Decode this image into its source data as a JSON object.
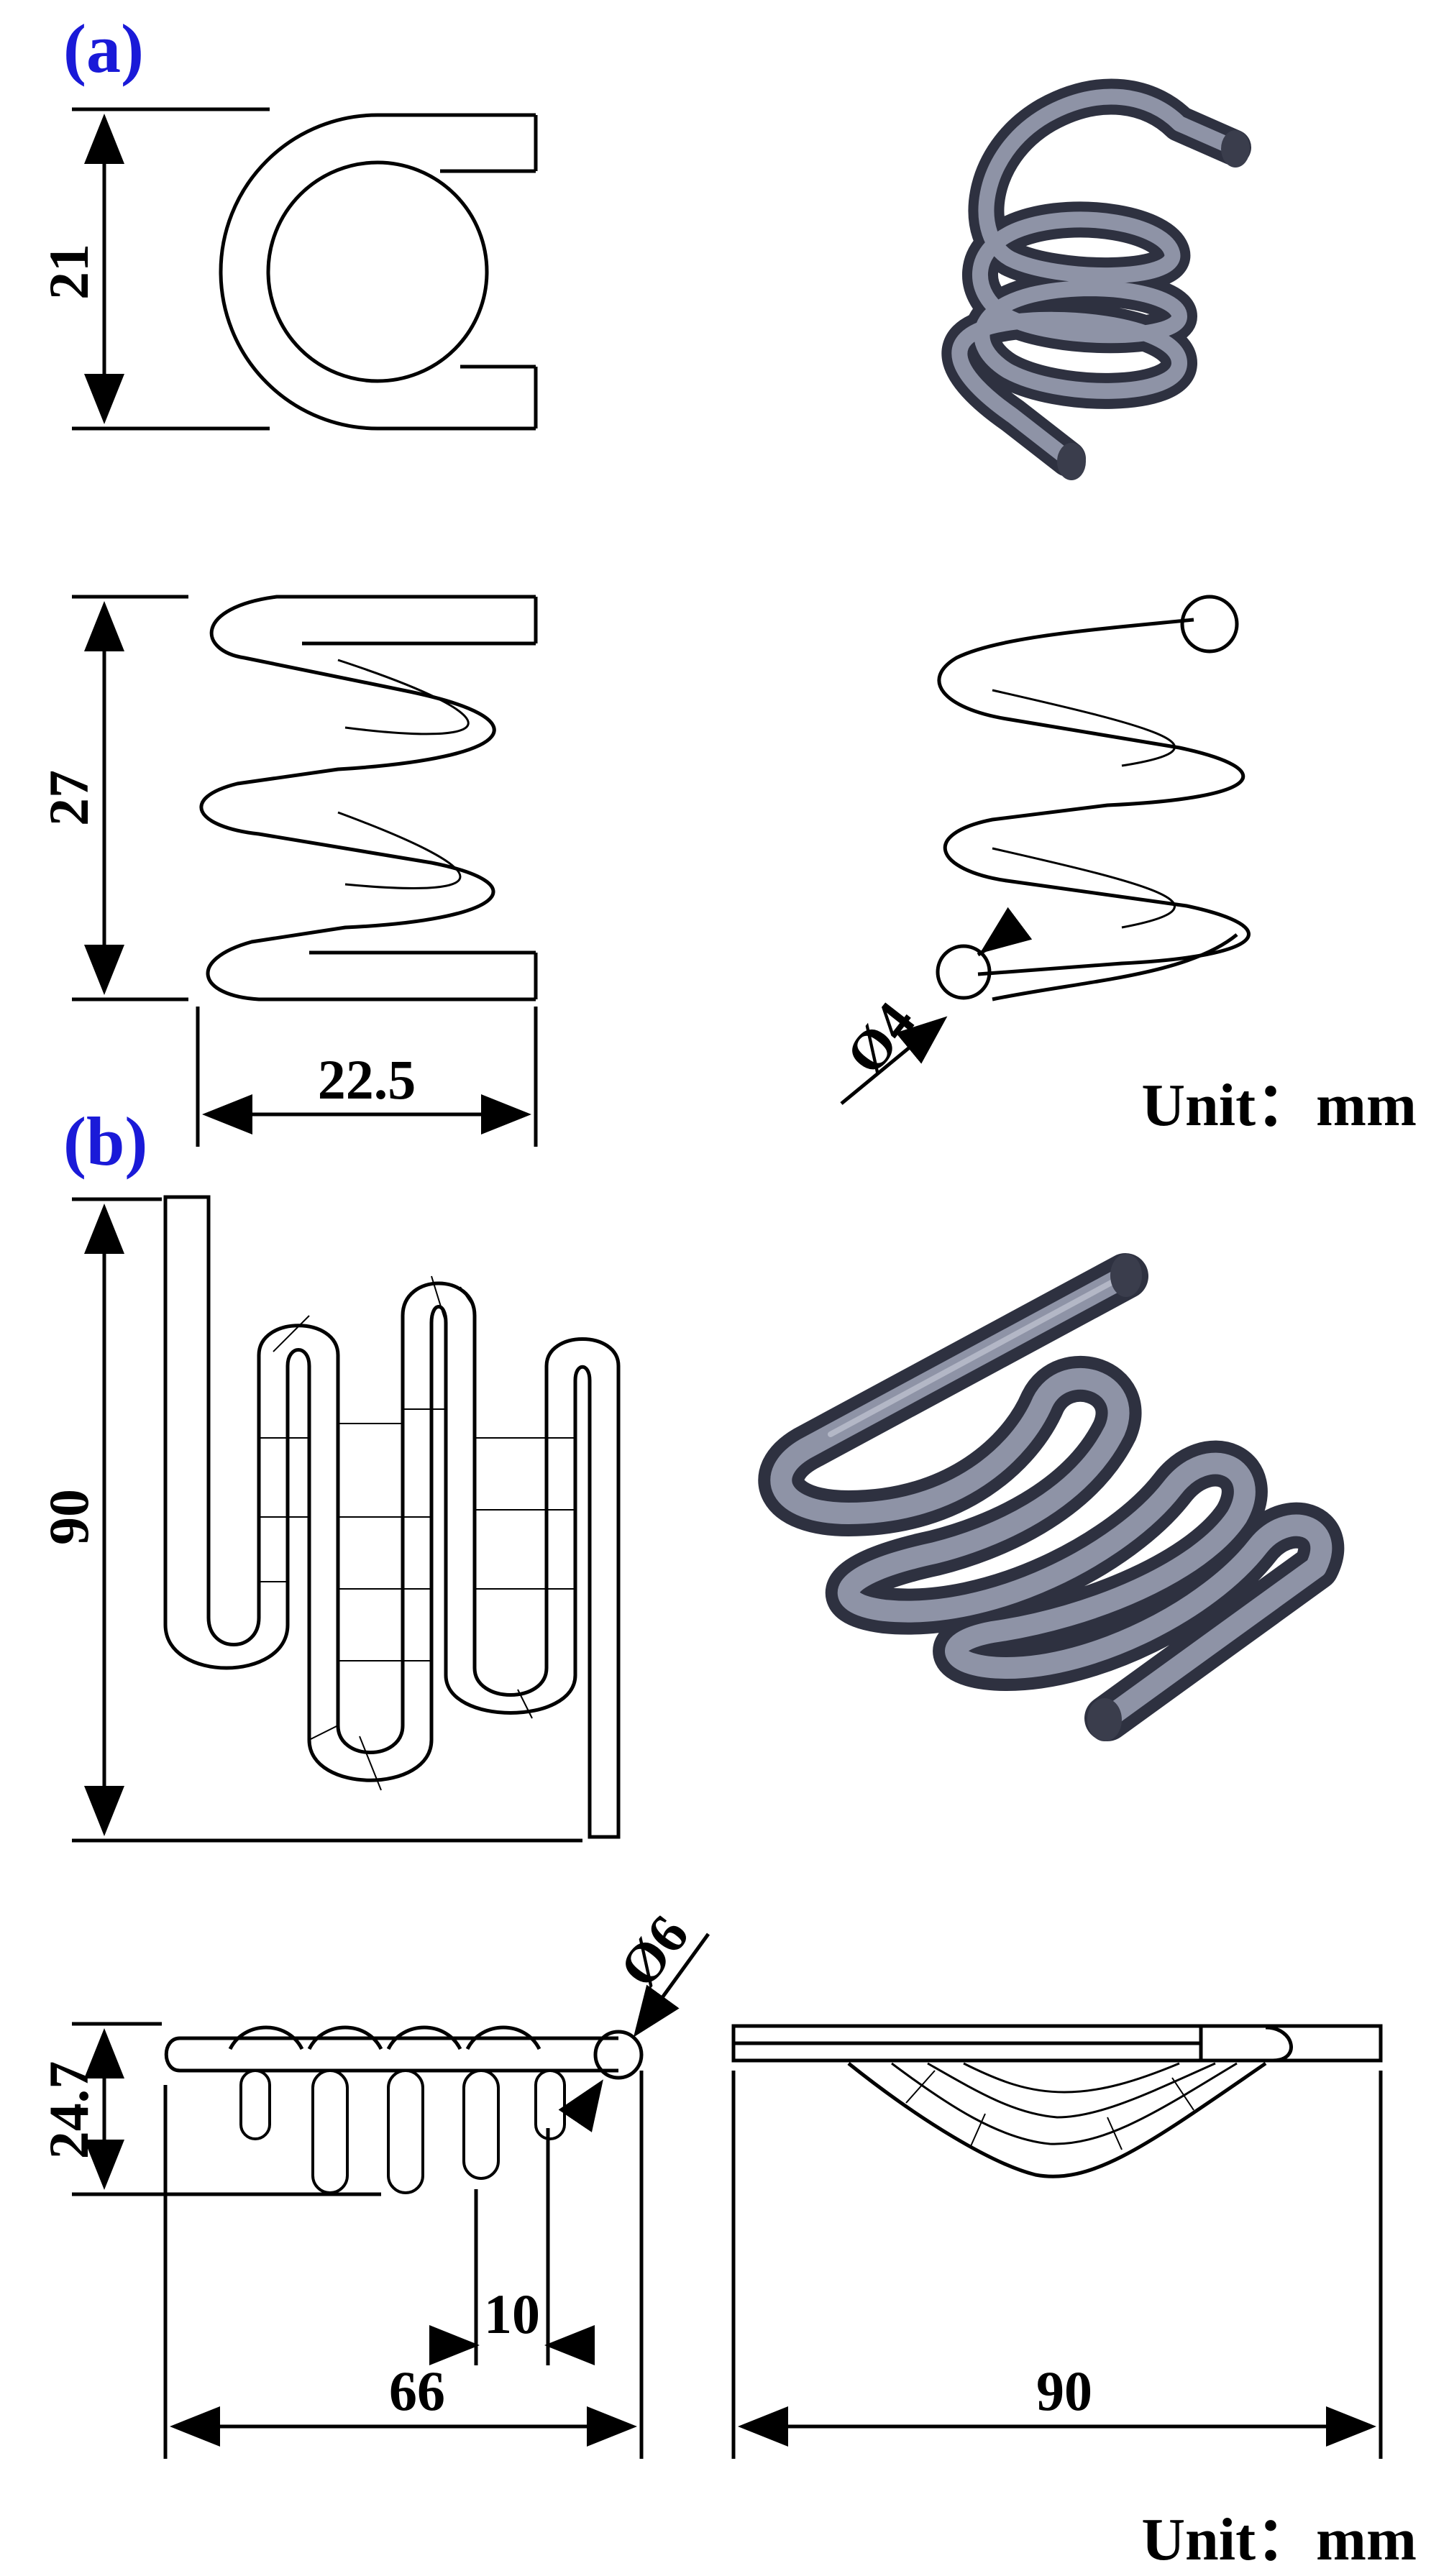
{
  "panel_a": {
    "label": "(a)",
    "dim_height_top": "21",
    "dim_height_side": "27",
    "dim_width": "22.5",
    "dim_diameter": "Ø4",
    "unit": "Unit：mm"
  },
  "panel_b": {
    "label": "(b)",
    "dim_height_front": "90",
    "dim_height_side": "24.7",
    "dim_diameter": "Ø6",
    "dim_pitch": "10",
    "dim_width_bottom": "66",
    "dim_length_bottom": "90",
    "unit": "Unit：mm"
  },
  "colors": {
    "panel_label": "#1a1ad8",
    "tube_fill": "#8e93a6",
    "tube_edge": "#2e3140"
  }
}
